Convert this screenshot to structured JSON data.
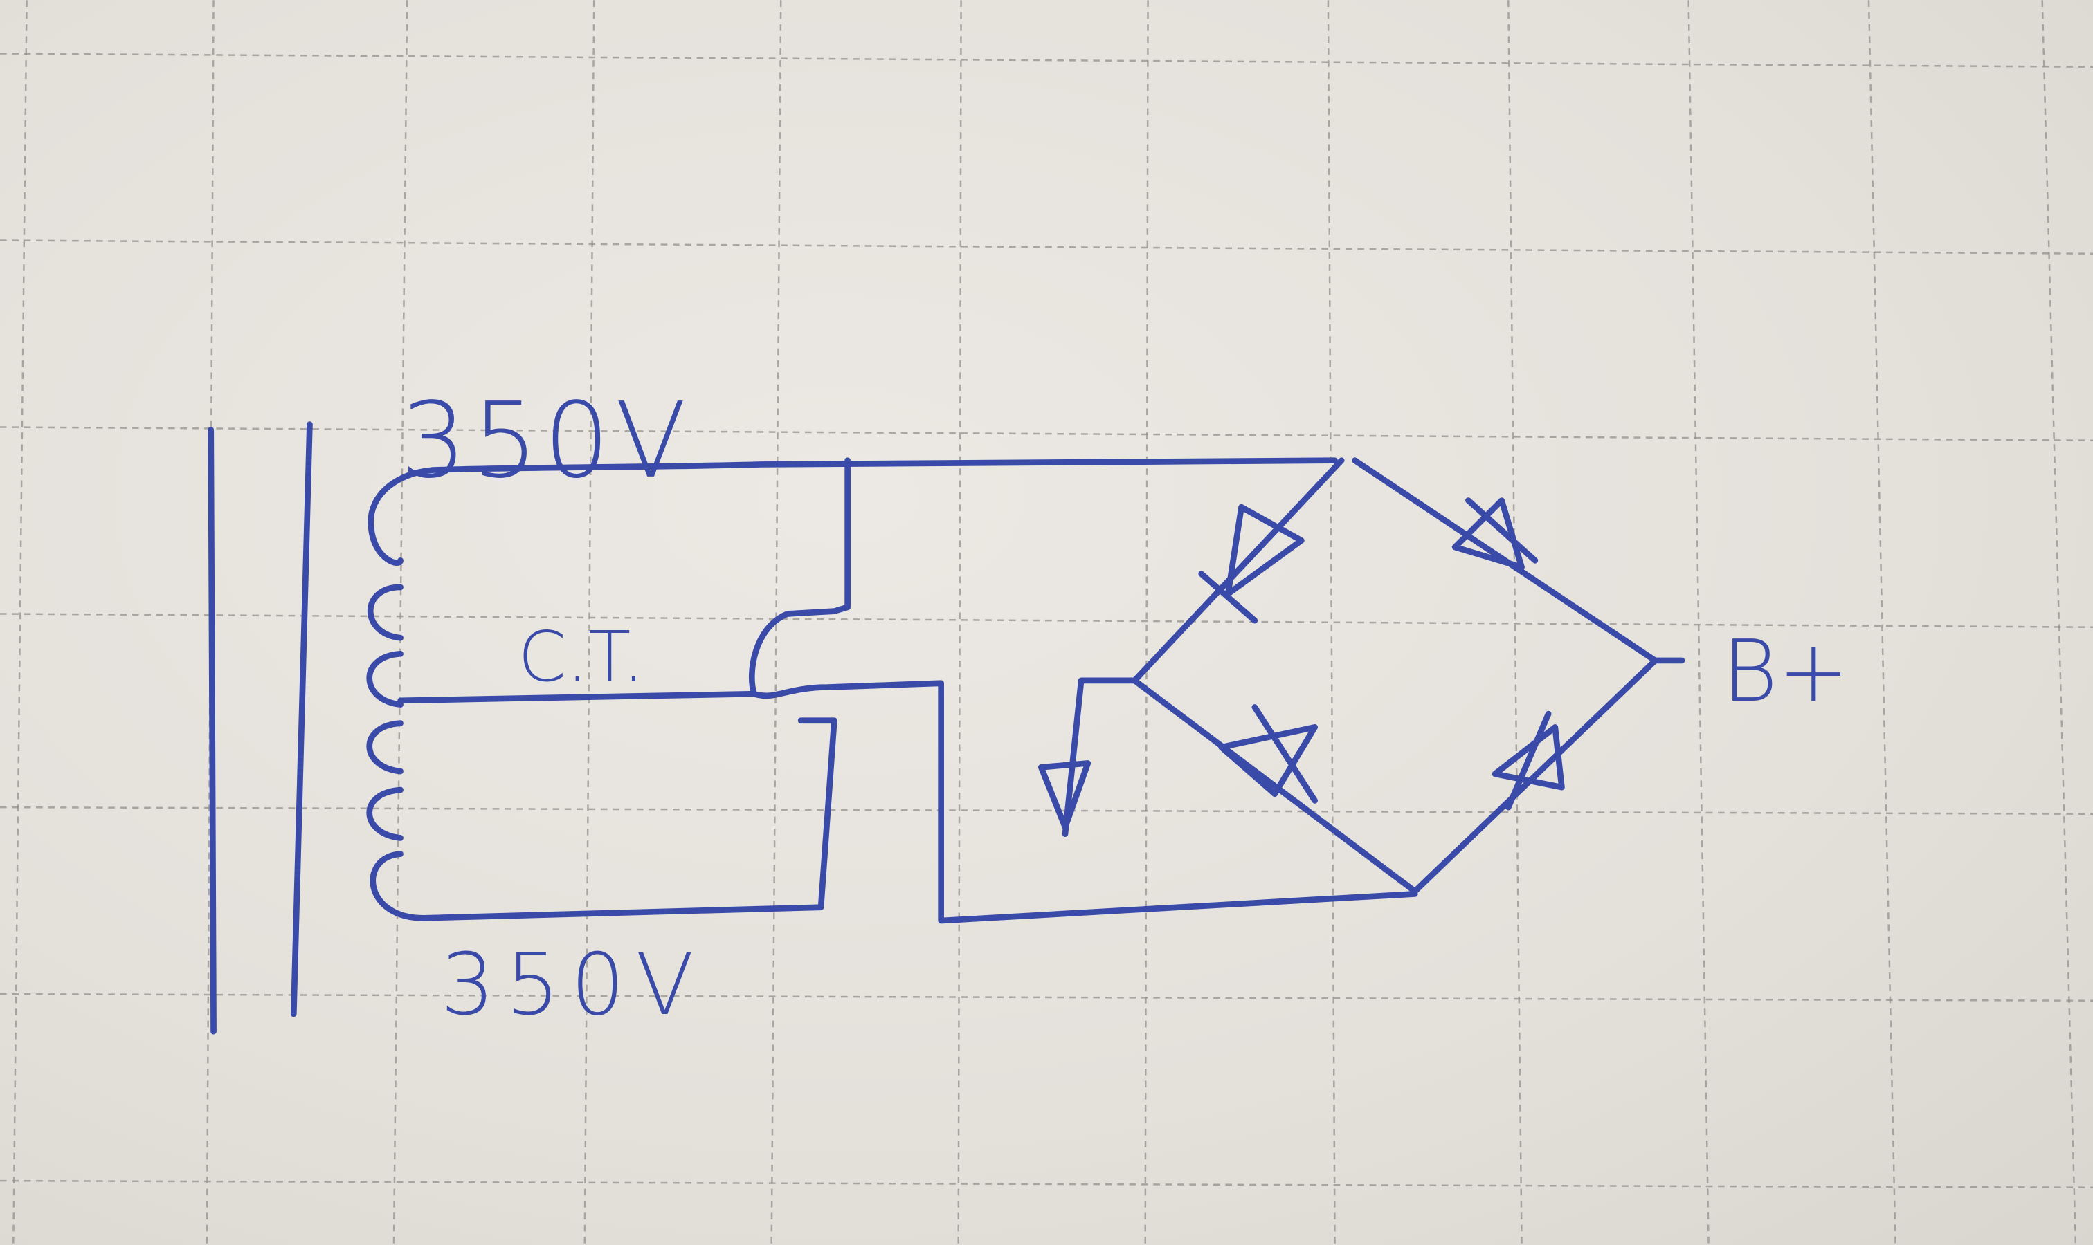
{
  "labels": {
    "top_winding_voltage": "350V",
    "center_tap": "C.T.",
    "bottom_winding_voltage": "350V",
    "output": "B+"
  },
  "colors": {
    "ink": "#3a4aa8",
    "paper": "#e6e2dc"
  }
}
